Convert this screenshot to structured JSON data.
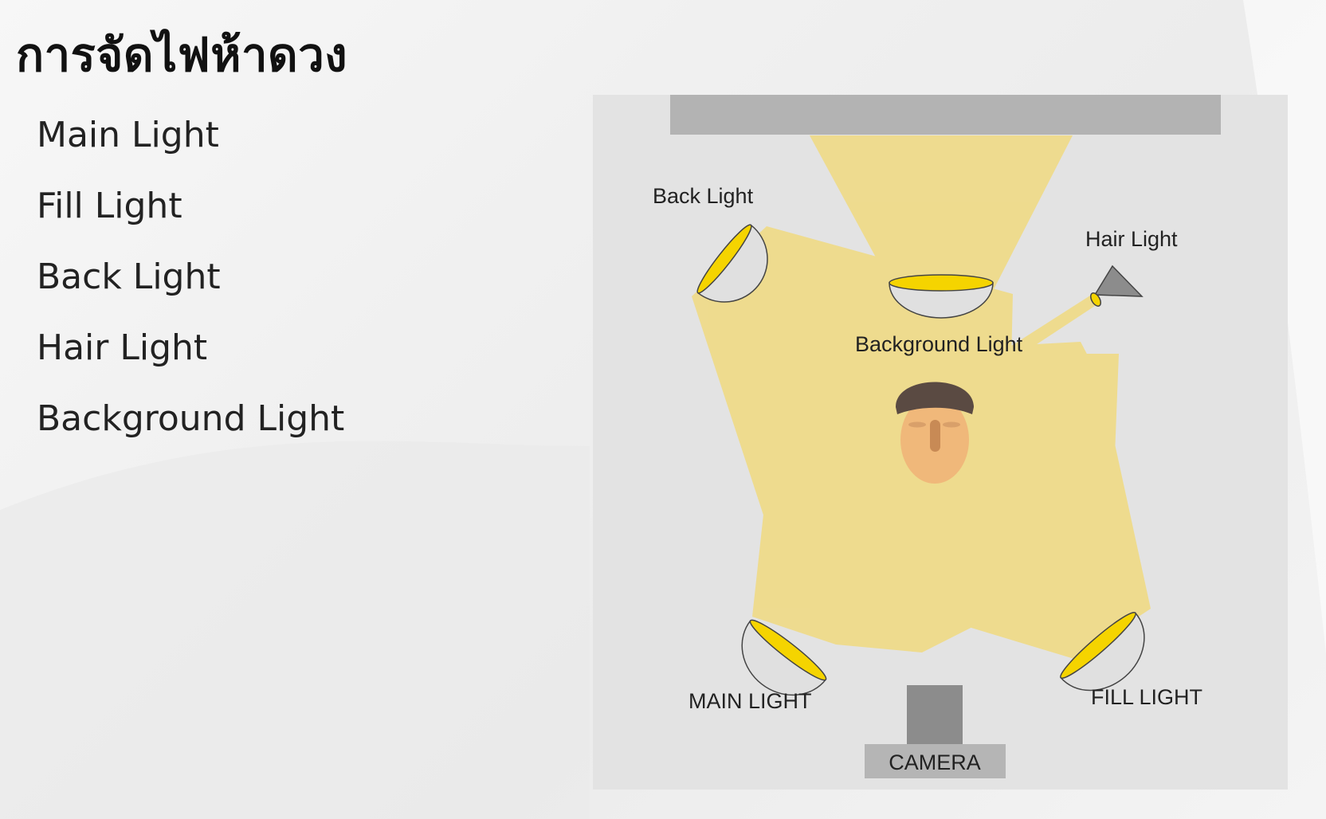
{
  "slide": {
    "title": "การจัดไฟห้าดวง",
    "bullets": [
      "Main Light",
      "Fill Light",
      "Back Light",
      "Hair Light",
      "Background Light"
    ]
  },
  "diagram": {
    "labels": {
      "back_light": "Back Light",
      "hair_light": "Hair Light",
      "background_light": "Background Light",
      "main_light": "MAIN LIGHT",
      "fill_light": "FILL LIGHT",
      "camera": "CAMERA"
    },
    "colors": {
      "panel": "#e3e3e3",
      "backdrop": "#b3b3b3",
      "light_beam": "#f7d64a",
      "reflector": "#e0e0e0",
      "lamp_face": "#f5d400",
      "camera": "#8c8c8c",
      "camera_base": "#b5b5b5",
      "hair": "#5a4a42",
      "face": "#f0b87a"
    }
  }
}
